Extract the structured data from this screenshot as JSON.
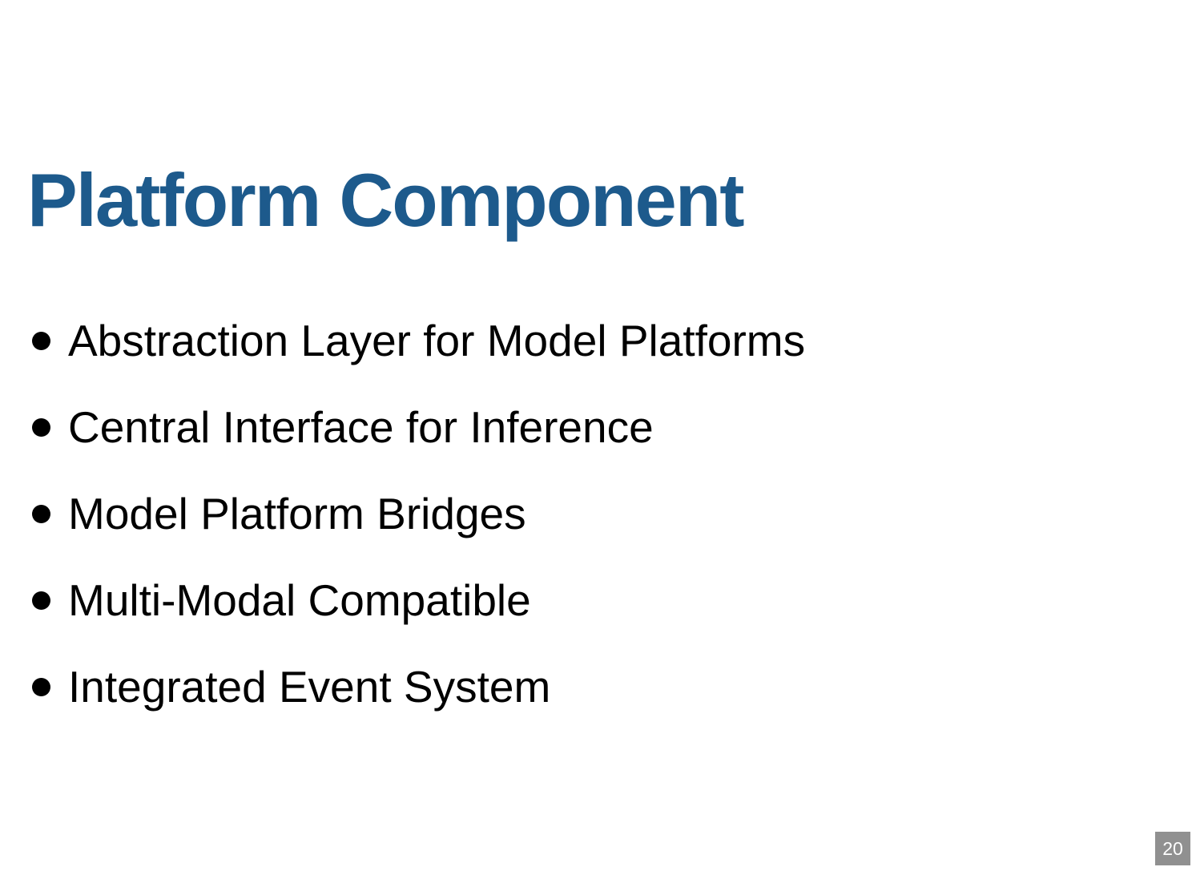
{
  "slide": {
    "title": "Platform Component",
    "bullets": [
      "Abstraction Layer for Model Platforms",
      "Central Interface for Inference",
      "Model Platform Bridges",
      "Multi-Modal Compatible",
      "Integrated Event System"
    ],
    "page_number": "20",
    "colors": {
      "title": "#1d5a8c",
      "body_text": "#000000",
      "background": "#ffffff",
      "page_badge_background": "#909090",
      "page_badge_text": "#ffffff"
    }
  }
}
